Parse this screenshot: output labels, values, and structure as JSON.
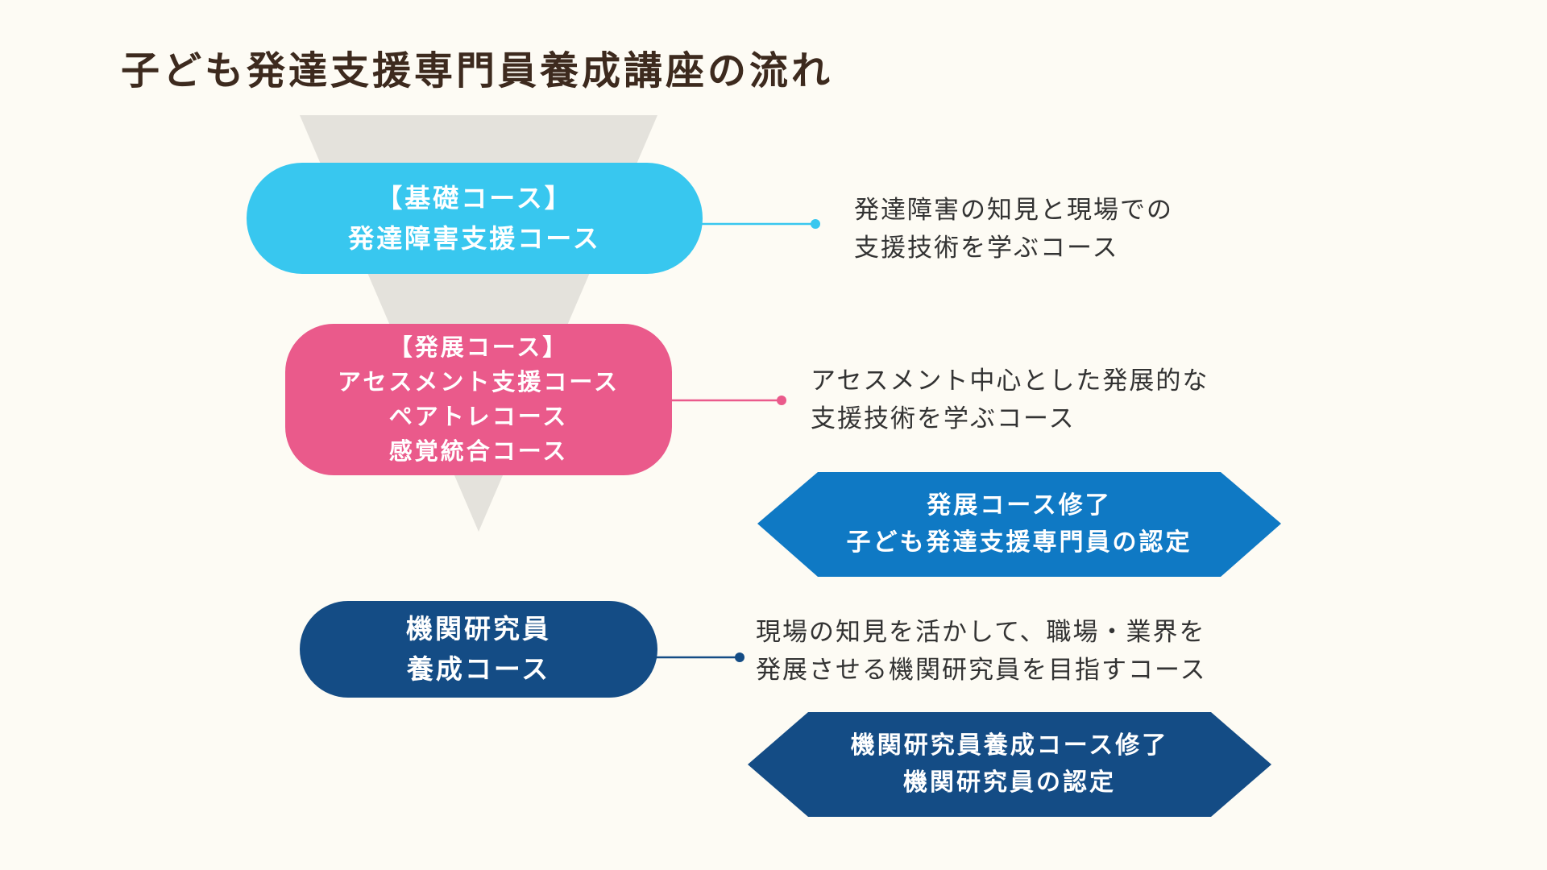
{
  "title": "子ども発達支援専門員養成講座の流れ",
  "colors": {
    "background": "#fdfbf4",
    "funnel": "#e4e2dc",
    "basic_course": "#38c7ef",
    "development_course": "#ea5a8b",
    "researcher_course": "#144c85",
    "development_certification": "#0f79c4",
    "researcher_certification": "#144c85"
  },
  "courses": {
    "basic": {
      "lines": [
        "【基礎コース】",
        "発達障害支援コース"
      ],
      "description": [
        "発達障害の知見と現場での",
        "支援技術を学ぶコース"
      ]
    },
    "development": {
      "lines": [
        "【発展コース】",
        "アセスメント支援コース",
        "ペアトレコース",
        "感覚統合コース"
      ],
      "description": [
        "アセスメント中心とした発展的な",
        "支援技術を学ぶコース"
      ]
    },
    "researcher": {
      "lines": [
        "機関研究員",
        "養成コース"
      ],
      "description": [
        "現場の知見を活かして、職場・業界を",
        "発展させる機関研究員を目指すコース"
      ]
    }
  },
  "certifications": {
    "development": [
      "発展コース修了",
      "子ども発達支援専門員の認定"
    ],
    "researcher": [
      "機関研究員養成コース修了",
      "機関研究員の認定"
    ]
  }
}
